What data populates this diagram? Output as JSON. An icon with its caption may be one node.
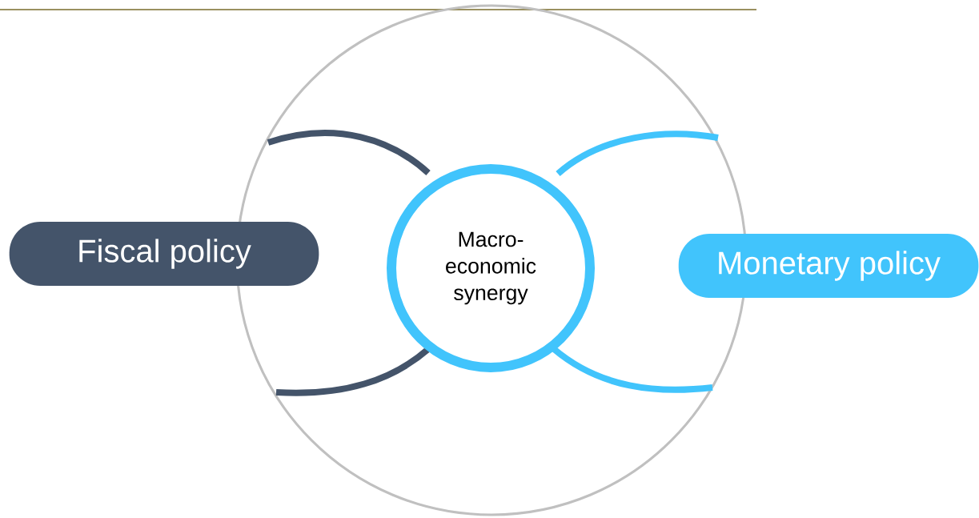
{
  "diagram": {
    "nodes": [
      {
        "text": [],
        "shape": "circle"
      },
      {
        "text": [
          "Macro- economic synergy"
        ],
        "in": 0
      },
      {
        "text": [
          "Fiscal policy"
        ]
      },
      {
        "text": [
          "Monetary policy"
        ]
      }
    ]
  }
}
